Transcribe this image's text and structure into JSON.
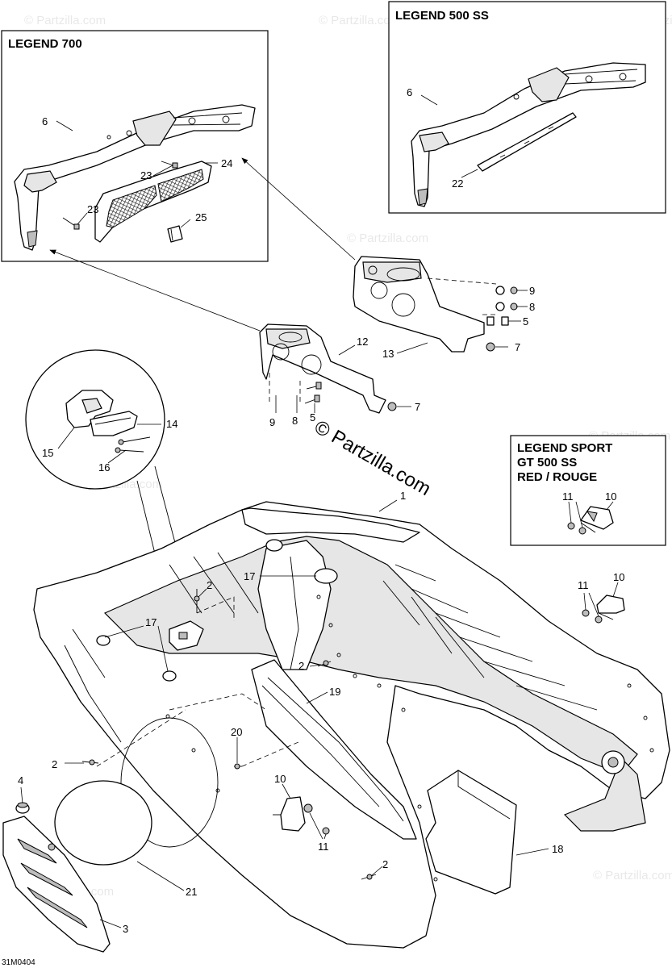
{
  "legends": {
    "legend_700": "LEGEND 700",
    "legend_500ss": "LEGEND 500 SS",
    "legend_sport": [
      "LEGEND SPORT",
      "GT 500 SS",
      "RED / ROUGE"
    ]
  },
  "callouts": {
    "n1": "1",
    "n2": "2",
    "n3": "3",
    "n4": "4",
    "n5": "5",
    "n6": "6",
    "n7": "7",
    "n8": "8",
    "n9": "9",
    "n10": "10",
    "n11": "11",
    "n12": "12",
    "n13": "13",
    "n14": "14",
    "n15": "15",
    "n16": "16",
    "n17": "17",
    "n18": "18",
    "n19": "19",
    "n20": "20",
    "n21": "21",
    "n22": "22",
    "n23": "23",
    "n24": "24",
    "n25": "25"
  },
  "copyright": "© Partzilla.com",
  "watermark": "© Partzilla.com",
  "diagram_code": "31M0404"
}
